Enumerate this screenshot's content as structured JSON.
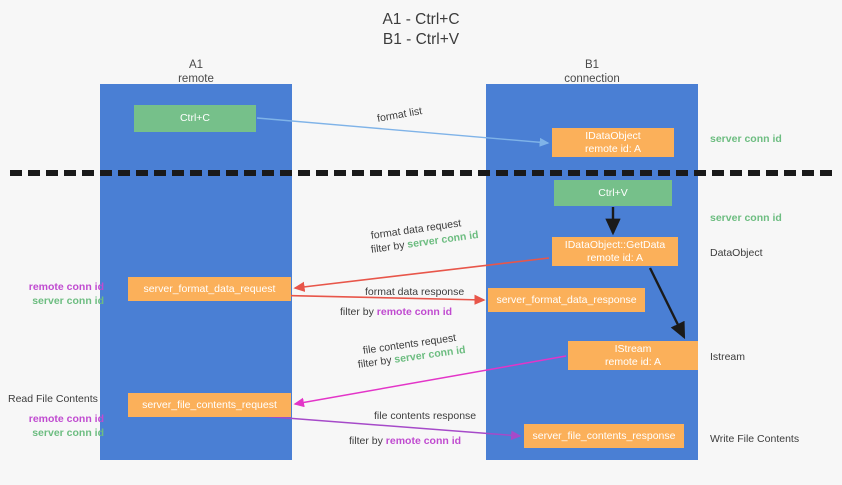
{
  "title": "A1 - Ctrl+C\nB1 - Ctrl+V",
  "lanes": {
    "a": {
      "name": "A1",
      "role": "remote",
      "label": "A1\nremote",
      "color": "#4a7fd4"
    },
    "b": {
      "name": "B1",
      "role": "connection",
      "label": "B1\nconnection",
      "color": "#4a7fd4"
    }
  },
  "colors": {
    "lane": "#4a7fd4",
    "green_box": "#76c08a",
    "orange_box": "#fbb05a",
    "server_conn_id": "#6dbd81",
    "remote_conn_id": "#c04bd0",
    "arrow_blue": "#7fb3e8",
    "arrow_red": "#e8564a",
    "arrow_magenta": "#e335c8",
    "arrow_purple": "#a64ac9",
    "arrow_black": "#1a1a1a",
    "dashed_line": "#1a1a1a",
    "background": "#f7f7f7"
  },
  "boxes": {
    "ctrl_c": "Ctrl+C",
    "idataobject": "IDataObject\nremote id: A",
    "ctrl_v": "Ctrl+V",
    "getdata": "IDataObject::GetData\nremote id: A",
    "server_format_data_request": "server_format_data_request",
    "server_format_data_response": "server_format_data_response",
    "istream": "IStream\nremote id: A",
    "server_file_contents_request": "server_file_contents_request",
    "server_file_contents_response": "server_file_contents_response"
  },
  "annotations": {
    "format_list": "format list",
    "server_conn_id_1": "server conn id",
    "server_conn_id_2": "server conn id",
    "dataobject": "DataObject",
    "istream_label": "Istream",
    "write_file_contents": "Write File Contents",
    "read_file_contents": "Read File Contents",
    "format_data_request": "format data request",
    "format_data_response": "format data response",
    "file_contents_request": "file contents request",
    "file_contents_response": "file contents response",
    "filter_by": "filter by ",
    "server_conn_id": "server conn id",
    "remote_conn_id": "remote conn id"
  },
  "left_legend": {
    "remote_conn_id": "remote conn id",
    "server_conn_id": "server conn id"
  }
}
